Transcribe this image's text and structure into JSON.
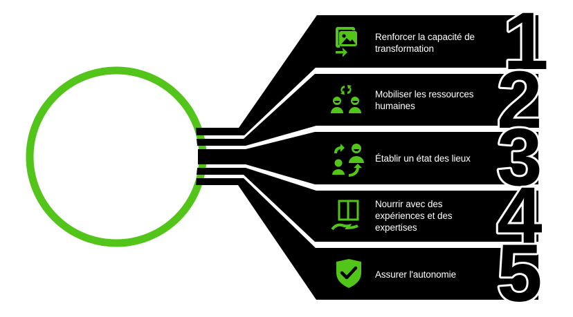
{
  "colors": {
    "accent": "#52c41a",
    "panel": "#000000",
    "text": "#ffffff",
    "background": "#ffffff"
  },
  "steps": [
    {
      "number": "1",
      "label": "Renforcer la capacité de transformation",
      "icon": "image-transfer-icon"
    },
    {
      "number": "2",
      "label": "Mobiliser les ressources humaines",
      "icon": "people-exchange-icon"
    },
    {
      "number": "3",
      "label": "Établir un état des lieux",
      "icon": "user-swap-icon"
    },
    {
      "number": "4",
      "label": "Nourrir avec des expériences et des expertises",
      "icon": "book-hand-icon"
    },
    {
      "number": "5",
      "label": "Assurer l'autonomie",
      "icon": "shield-check-icon"
    }
  ]
}
